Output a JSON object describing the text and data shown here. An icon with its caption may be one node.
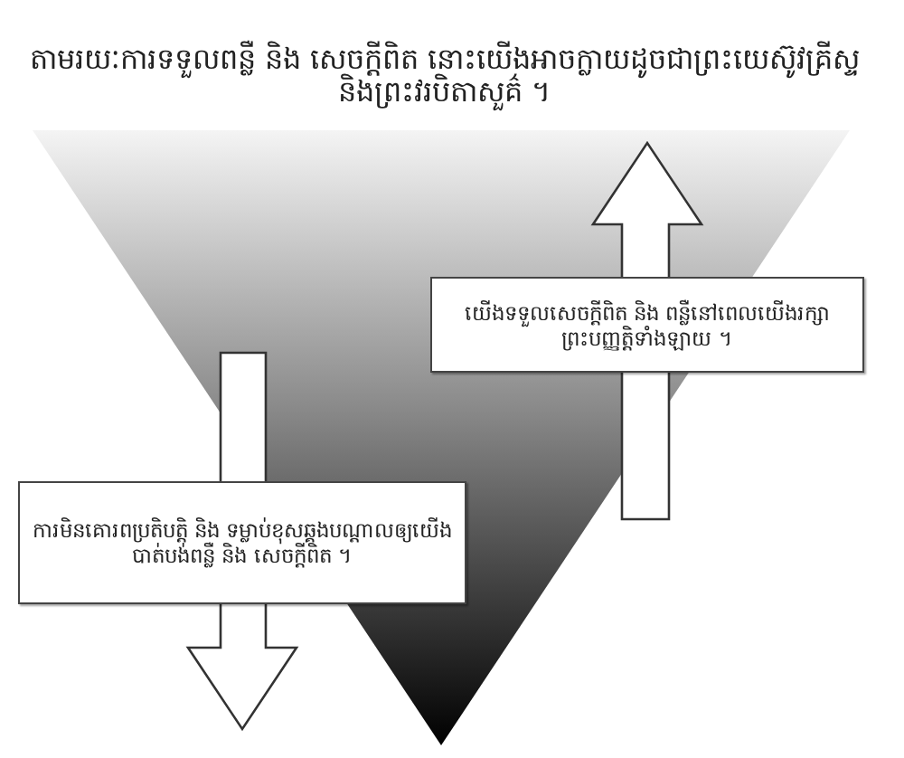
{
  "diagram": {
    "title": "តាមរយៈការទទួលពន្លឺ និង សេចក្ដីពិត នោះយើងអាចក្លាយដូចជាព្រះយេស៊ូវគ្រីស្ទនិងព្រះវរបិតាសួគ៌ ។",
    "nodes": [
      {
        "text": [
          "យើងទទួលសេចក្ដីពិត និង ពន្លឺនៅពេលយើងរក្សាព្រះបញ្ញត្តិទាំងឡាយ ។"
        ]
      },
      {
        "text": [
          "ការមិនគោរពប្រតិបត្តិ និង ទម្លាប់ខុសឆ្គងបណ្ដាលឲ្យយើងបាត់បង់ពន្លឺ និង សេចក្ដីពិត ។"
        ]
      }
    ]
  }
}
